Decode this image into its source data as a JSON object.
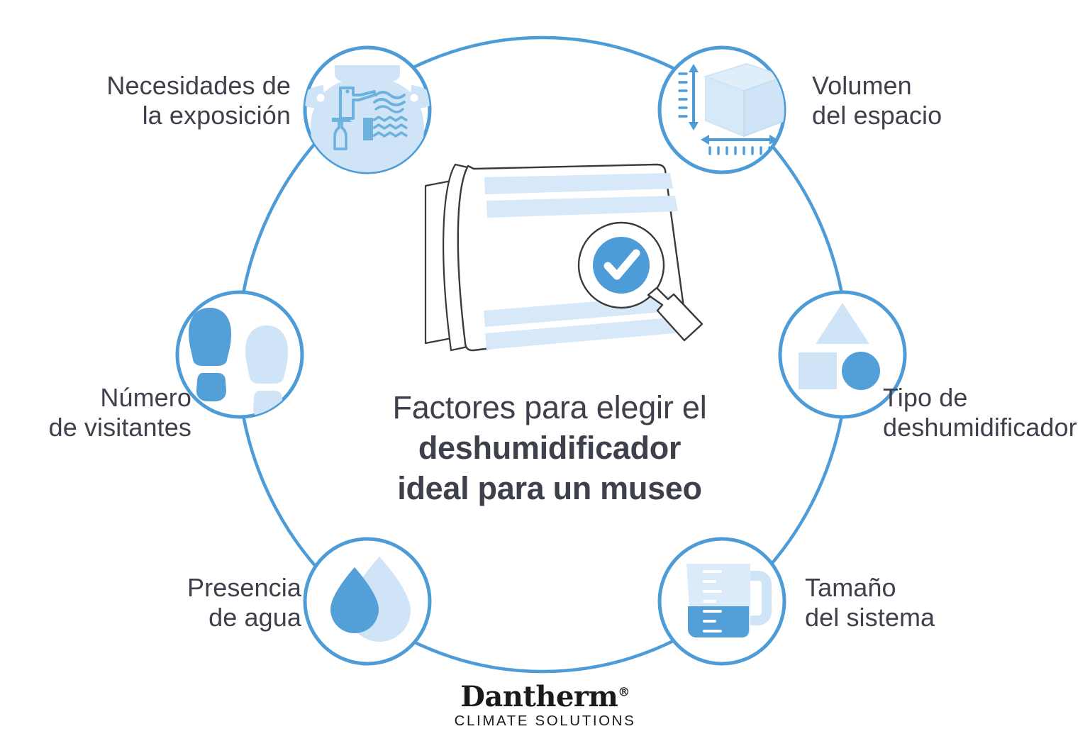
{
  "palette": {
    "ring_blue": "#4D9BD7",
    "icon_blue_mid": "#539FD8",
    "icon_blue_light": "#CFE4F6",
    "text_dark": "#3E414B",
    "outline_dark": "#3A3A3A",
    "white": "#FFFFFF",
    "logo_black": "#1A1A1A"
  },
  "center": {
    "title_line1": "Factores para elegir el",
    "title_line2": "deshumidificador",
    "title_line3": "ideal para un museo",
    "illustration": "dehumidifier-with-magnifier-check"
  },
  "nodes": [
    {
      "id": "exposicion",
      "icon": "amphora-icon",
      "label_line1": "Necesidades de",
      "label_line2": "la exposición",
      "position": "top-left"
    },
    {
      "id": "volumen",
      "icon": "cube-measure-icon",
      "label_line1": "Volumen",
      "label_line2": "del espacio",
      "position": "top-right"
    },
    {
      "id": "visitantes",
      "icon": "footprints-icon",
      "label_line1": "Número",
      "label_line2": "de visitantes",
      "position": "middle-left"
    },
    {
      "id": "tipo",
      "icon": "shapes-icon",
      "label_line1": "Tipo de",
      "label_line2": "deshumidificador",
      "position": "middle-right"
    },
    {
      "id": "agua",
      "icon": "water-drops-icon",
      "label_line1": "Presencia",
      "label_line2": "de agua",
      "position": "bottom-left"
    },
    {
      "id": "tamano",
      "icon": "measuring-jug-icon",
      "label_line1": "Tamaño",
      "label_line2": "del sistema",
      "position": "bottom-right"
    }
  ],
  "logo": {
    "word": "Dantherm",
    "registered": "®",
    "tagline": "CLIMATE SOLUTIONS"
  }
}
